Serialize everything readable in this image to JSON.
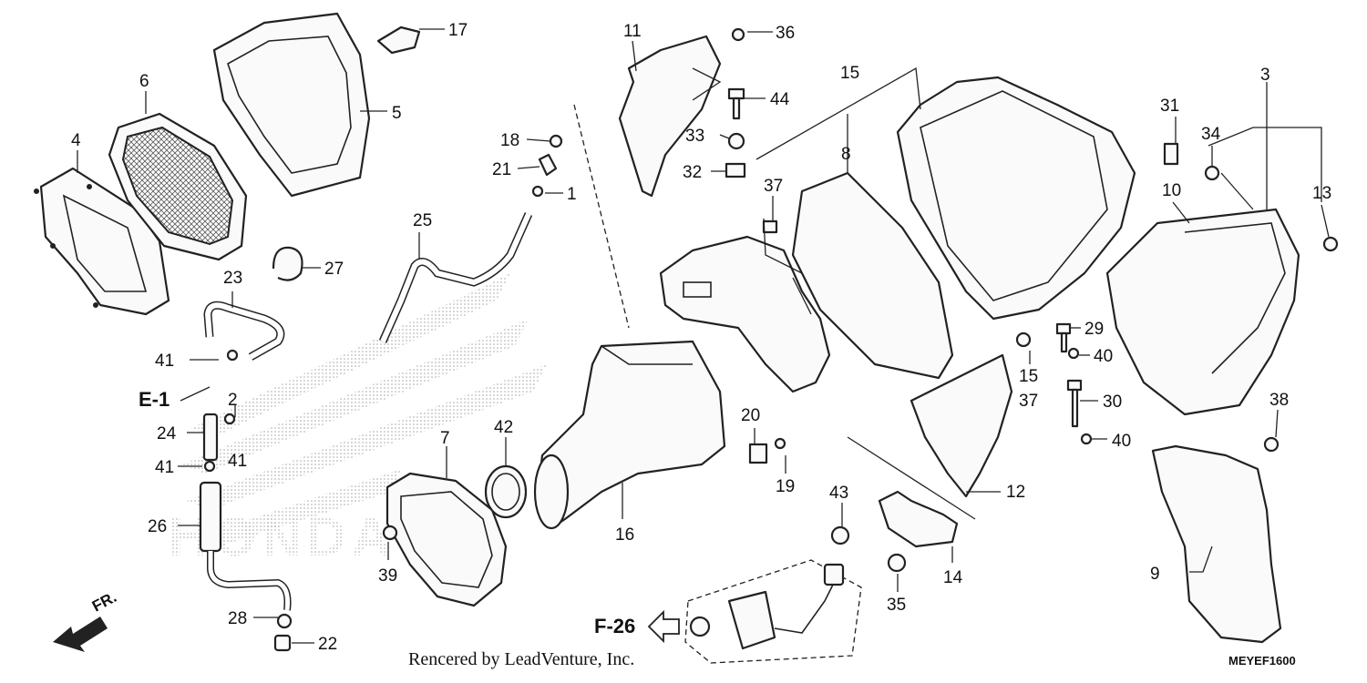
{
  "callouts": [
    "1",
    "2",
    "3",
    "4",
    "5",
    "6",
    "7",
    "8",
    "9",
    "10",
    "11",
    "12",
    "13",
    "14",
    "15",
    "15",
    "16",
    "17",
    "18",
    "19",
    "20",
    "21",
    "22",
    "23",
    "24",
    "25",
    "26",
    "27",
    "28",
    "29",
    "30",
    "31",
    "32",
    "33",
    "34",
    "35",
    "36",
    "37",
    "37",
    "38",
    "39",
    "40",
    "40",
    "41",
    "41",
    "41",
    "42",
    "43",
    "44"
  ],
  "refs": {
    "e1": "E-1",
    "f26": "F-26"
  },
  "direction": {
    "label": "FR.",
    "icon": "front-direction-arrow-icon"
  },
  "watermark": {
    "brand": "HONDA"
  },
  "footer": {
    "caption": "Rencered by LeadVenture, Inc.",
    "diagram_code": "MEYEF1600"
  }
}
